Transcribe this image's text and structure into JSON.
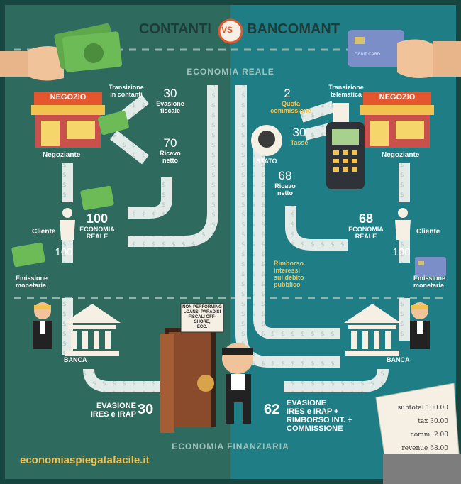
{
  "title": {
    "left": "CONTANTI",
    "vs": "VS",
    "right": "BANCOMANT"
  },
  "sections": {
    "real": "ECONOMIA REALE",
    "finance": "ECONOMIA FINANZIARIA"
  },
  "left": {
    "shop_sign": "NEGOZIO",
    "negoziante": "Negoziante",
    "transition": "Transizione\nin contanti",
    "evasione_num": "30",
    "evasione_label": "Evasione\nfiscale",
    "ricavo_num": "70",
    "ricavo_label": "Ricavo\nnetto",
    "cliente": "Cliente",
    "economia_num": "100",
    "economia_label": "ECONOMIA\nREALE",
    "emissione_num": "100",
    "emissione_label": "Emissione\nmonetaria",
    "banca": "BANCA",
    "bottom_label": "EVASIONE\nIRES e IRAP",
    "bottom_num": "30"
  },
  "right": {
    "shop_sign": "NEGOZIO",
    "negoziante": "Negoziante",
    "transition": "Transizione\ntelematica",
    "quota_num": "2",
    "quota_label": "Quota\ncommissione",
    "tasse_num": "30",
    "tasse_label": "Tasse",
    "stato": "STATO",
    "ricavo_num": "68",
    "ricavo_label": "Ricavo\nnetto",
    "cliente": "Cliente",
    "economia_num": "68",
    "economia_label": "ECONOMIA\nREALE",
    "emissione_num": "100",
    "emissione_label": "Emissione\nmonetaria",
    "rimborso": "Rimborso\ninteressi\nsul debito\npubblico",
    "banca": "BANCA",
    "bottom_num": "62",
    "bottom_label": "EVASIONE\nIRES e IRAP +\nRIMBORSO INT. +\nCOMMISSIONE",
    "card_text": "DEBIT CARD"
  },
  "door_sign": "NON PERFORMING\nLOANS, PARADISI\nFISCALI OFF-SHORE,\nECC.",
  "receipt": {
    "lines": [
      "subtotal 100.00",
      "tax 30.00",
      "comm. 2.00",
      "revenue 68.00"
    ]
  },
  "footer": "economiaspiegatafacile.it",
  "colors": {
    "left_bg": "#2d6b62",
    "right_bg": "#1f7f86",
    "accent": "#f2c14e",
    "arrow": "#d8e4e1"
  }
}
